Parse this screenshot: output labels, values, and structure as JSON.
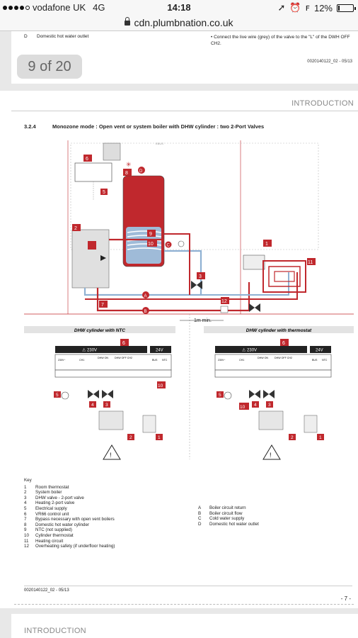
{
  "status": {
    "carrier": "vodafone UK",
    "network": "4G",
    "time": "14:18",
    "battery": "12%",
    "battery_level": 0.12
  },
  "browser": {
    "url": "cdn.plumbnation.co.uk"
  },
  "prev_page": {
    "key_letter": "D",
    "key_label": "Domestic hot water outlet",
    "bullet": "•  Connect the live wire (grey) of the valve to the \"L\" of the DWH OFF CH2.",
    "ref": "0020140122_02 - 05/13"
  },
  "page_indicator": "9 of 20",
  "page": {
    "section_header": "INTRODUCTION",
    "section_number": "3.2.4",
    "section_title": "Monozone mode : Open vent or system boiler with DHW cylinder : two 2-Port Valves",
    "diagram": {
      "ebus": "EBUS",
      "min_distance": "1m min.",
      "panel_left_title": "DHW cylinder with NTC",
      "panel_right_title": "DHW cylinder with thermostat",
      "v230": "⚠ 230V",
      "v24": "24V",
      "terminals_left": [
        "230V~",
        "CH1",
        "DHW ON",
        "DHW OFF CH2",
        "BUS",
        "NTC"
      ],
      "terminals_right": [
        "230V~",
        "CH1",
        "DHW ON",
        "DHW OFF CH2",
        "BUS",
        "NTC"
      ],
      "letters": [
        "A",
        "B",
        "C",
        "D"
      ],
      "numbers": [
        "1",
        "2",
        "3",
        "4",
        "5",
        "6",
        "7",
        "8",
        "9",
        "10",
        "11",
        "12"
      ]
    },
    "key_title": "Key",
    "key": [
      {
        "n": "1",
        "t": "Room thermostat"
      },
      {
        "n": "2",
        "t": "System boiler"
      },
      {
        "n": "3",
        "t": "DHW valve - 2-port valve"
      },
      {
        "n": "4",
        "t": "Heating 2-port valve"
      },
      {
        "n": "5",
        "t": "Electrical supply"
      },
      {
        "n": "6",
        "t": "VR66 control unit"
      },
      {
        "n": "7",
        "t": "Bypass necessary with open vent boilers"
      },
      {
        "n": "8",
        "t": "Domestic hot water cylinder"
      },
      {
        "n": "9",
        "t": "NTC (not supplied)"
      },
      {
        "n": "10",
        "t": "Cylinder thermostat"
      },
      {
        "n": "11",
        "t": "Heating circuit"
      },
      {
        "n": "12",
        "t": "Overheating safety (if underfloor heating)"
      }
    ],
    "key_letters": [
      {
        "n": "A",
        "t": "Boiler circuit return"
      },
      {
        "n": "B",
        "t": "Boiler circuit flow"
      },
      {
        "n": "C",
        "t": "Cold water supply"
      },
      {
        "n": "D",
        "t": "Domestic hot water outlet"
      }
    ],
    "footer_ref": "0020140122_02 - 05/13",
    "page_number": "- 7 -"
  },
  "next_page": {
    "section_header": "INTRODUCTION"
  },
  "colors": {
    "red": "#c0282d",
    "blue": "#8fb1d3",
    "grey_panel": "#e0e0e0",
    "dark_bar": "#222222"
  }
}
